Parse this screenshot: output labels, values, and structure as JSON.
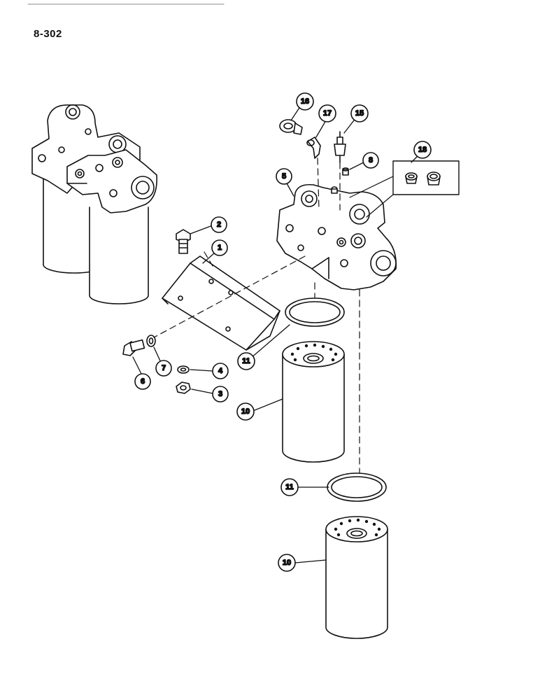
{
  "page": {
    "number": "8-302"
  },
  "colors": {
    "ink": "#111111",
    "paper": "#ffffff",
    "shade": "#e8e8e8"
  },
  "callouts": [
    {
      "id": "c16",
      "label": "16"
    },
    {
      "id": "c17",
      "label": "17"
    },
    {
      "id": "c15",
      "label": "15"
    },
    {
      "id": "c8",
      "label": "8"
    },
    {
      "id": "c18",
      "label": "18"
    },
    {
      "id": "c5",
      "label": "5"
    },
    {
      "id": "c2",
      "label": "2"
    },
    {
      "id": "c1",
      "label": "1"
    },
    {
      "id": "c11a",
      "label": "11"
    },
    {
      "id": "c7",
      "label": "7"
    },
    {
      "id": "c6",
      "label": "6"
    },
    {
      "id": "c4",
      "label": "4"
    },
    {
      "id": "c3",
      "label": "3"
    },
    {
      "id": "c10a",
      "label": "10"
    },
    {
      "id": "c11b",
      "label": "11"
    },
    {
      "id": "c10b",
      "label": "10"
    }
  ]
}
